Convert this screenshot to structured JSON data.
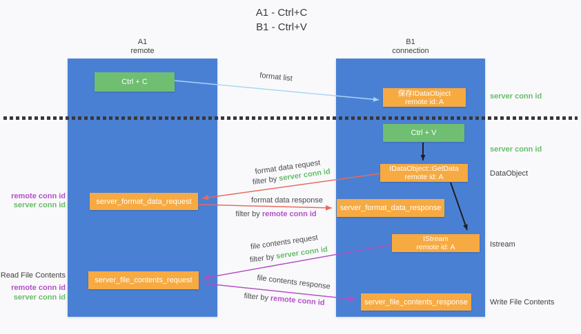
{
  "title": {
    "line1": "A1 - Ctrl+C",
    "line2": "B1 - Ctrl+V"
  },
  "columns": {
    "a": {
      "name": "A1",
      "role": "remote"
    },
    "b": {
      "name": "B1",
      "role": "connection"
    }
  },
  "nodes": {
    "ctrl_c": {
      "label": "Ctrl + C"
    },
    "ctrl_v": {
      "label": "Ctrl + V"
    },
    "save_idataobject": {
      "line1": "保存IDataObject",
      "line2": "remote id: A"
    },
    "getdata": {
      "line1": "IDataObject::GetData",
      "line2": "remote id: A"
    },
    "istream": {
      "line1": "IStream",
      "line2": "remote id: A"
    },
    "server_format_data_request": {
      "label": "server_format_data_request"
    },
    "server_format_data_response": {
      "label": "server_format_data_response"
    },
    "server_file_contents_request": {
      "label": "server_file_contents_request"
    },
    "server_file_contents_response": {
      "label": "server_file_contents_response"
    }
  },
  "arrow_labels": {
    "format_list": "format list",
    "format_data_request": "format data request",
    "format_data_response": "format data response",
    "file_contents_request": "file contents request",
    "file_contents_response": "file contents response",
    "filter_by": "filter by",
    "server_conn_id": "server conn id",
    "remote_conn_id": "remote conn id"
  },
  "side_notes": {
    "server_conn_id": "server conn id",
    "remote_conn_id": "remote conn id",
    "dataobject": "DataObject",
    "istream": "Istream",
    "read_file_contents": "Read File Contents",
    "write_file_contents": "Write File Contents"
  },
  "colors": {
    "lane_blue": "#4a80d4",
    "node_green": "#6fbe72",
    "node_orange": "#f7aa41",
    "arrow_light_blue": "#a9d6f2",
    "arrow_red": "#e96a5c",
    "arrow_magenta": "#b44fc4",
    "arrow_black": "#1f1f1f",
    "text_green": "#67bd68",
    "text_purple": "#b44fc8",
    "text_dark": "#3d3d3d"
  }
}
